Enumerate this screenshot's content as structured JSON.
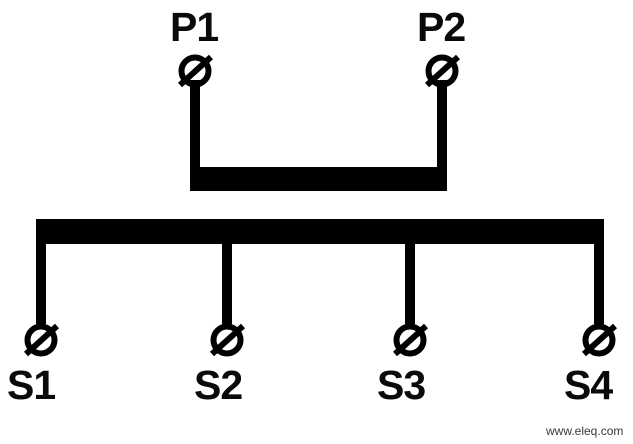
{
  "diagram": {
    "type": "current-transformer-winding-schematic",
    "background_color": "#ffffff",
    "line_color": "#000000",
    "primary": {
      "label_left": "P1",
      "label_right": "P2",
      "terminal_icon": "slashed-circle-terminal-icon"
    },
    "secondary": {
      "labels": [
        "S1",
        "S2",
        "S3",
        "S4"
      ],
      "terminal_icon": "slashed-circle-terminal-icon"
    },
    "labels": {
      "p1": "P1",
      "p2": "P2",
      "s1": "S1",
      "s2": "S2",
      "s3": "S3",
      "s4": "S4"
    },
    "watermark": "www.eleq.com"
  }
}
